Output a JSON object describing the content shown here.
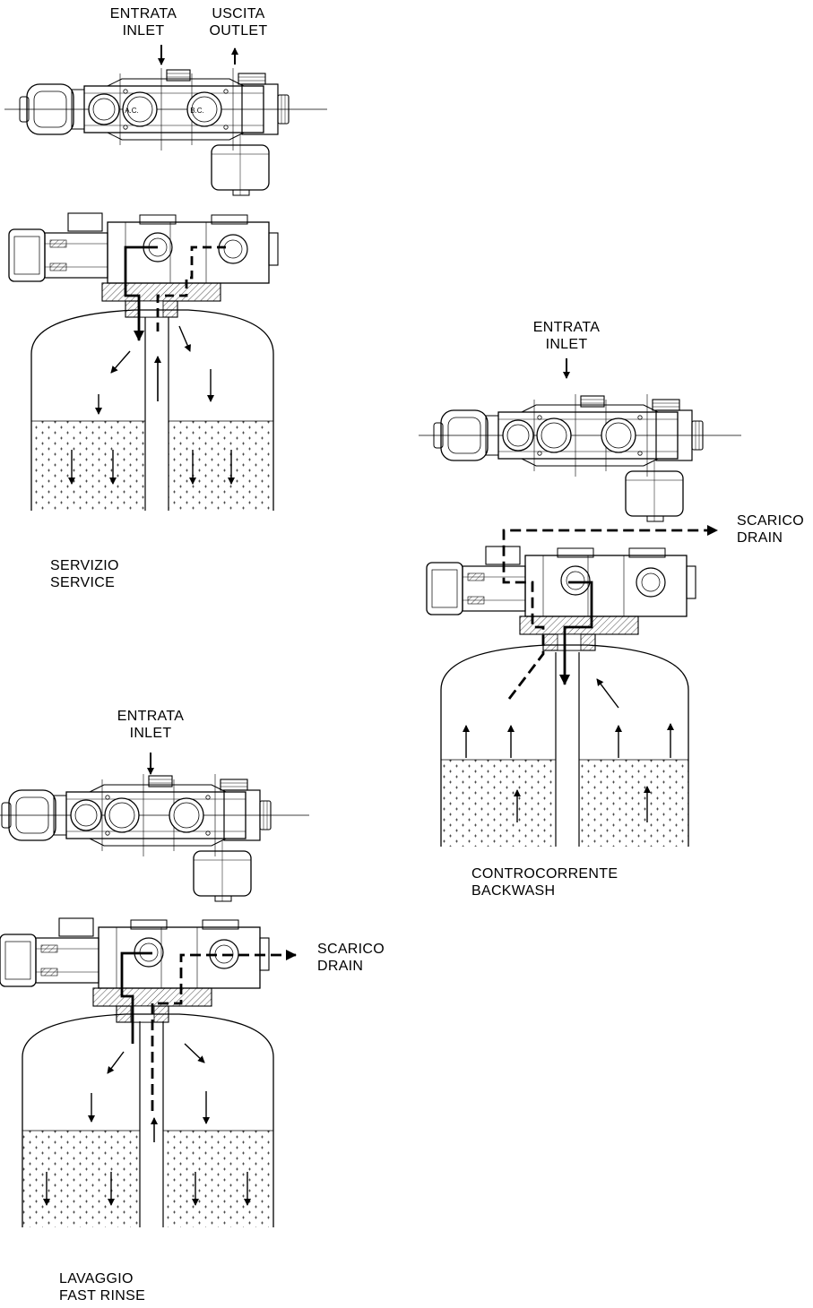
{
  "diagrams": {
    "service": {
      "top_view": {
        "inlet": {
          "it": "ENTRATA",
          "en": "INLET"
        },
        "outlet": {
          "it": "USCITA",
          "en": "OUTLET"
        },
        "port_a": "A.C.",
        "port_b": "B.C."
      },
      "caption": {
        "it": "SERVIZIO",
        "en": "SERVICE"
      }
    },
    "backwash": {
      "top_view": {
        "inlet": {
          "it": "ENTRATA",
          "en": "INLET"
        }
      },
      "drain": {
        "it": "SCARICO",
        "en": "DRAIN"
      },
      "caption": {
        "it": "CONTROCORRENTE",
        "en": "BACKWASH"
      }
    },
    "fast_rinse": {
      "top_view": {
        "inlet": {
          "it": "ENTRATA",
          "en": "INLET"
        }
      },
      "drain": {
        "it": "SCARICO",
        "en": "DRAIN"
      },
      "caption": {
        "it": "LAVAGGIO",
        "en": "FAST RINSE"
      }
    }
  },
  "colors": {
    "line": "#000000",
    "background": "#ffffff"
  }
}
